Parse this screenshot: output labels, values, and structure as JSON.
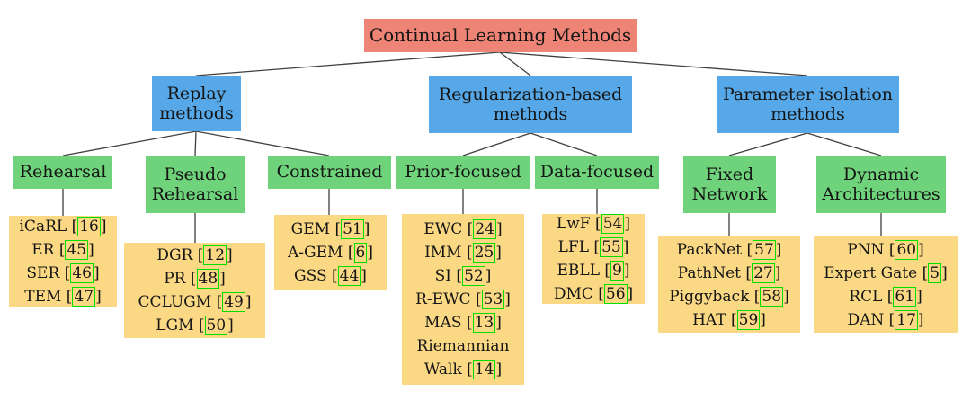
{
  "colors": {
    "root_bg": "#EE8475",
    "branch_bg": "#56A8E8",
    "group_bg": "#6ED37B",
    "leaf_bg": "#FAD884",
    "link_border": "#00DE00"
  },
  "tree": {
    "root": {
      "label": "Continual Learning Methods"
    },
    "branches": [
      {
        "label": "Replay methods"
      },
      {
        "label": "Regularization-based methods"
      },
      {
        "label": "Parameter isolation methods"
      }
    ],
    "groups": [
      {
        "label": "Rehearsal",
        "items": [
          {
            "label": "iCaRL",
            "ref": "16"
          },
          {
            "label": "ER",
            "ref": "45"
          },
          {
            "label": "SER",
            "ref": "46"
          },
          {
            "label": "TEM",
            "ref": "47"
          }
        ]
      },
      {
        "label": "Pseudo Rehearsal",
        "items": [
          {
            "label": "DGR",
            "ref": "12"
          },
          {
            "label": "PR",
            "ref": "48"
          },
          {
            "label": "CCLUGM",
            "ref": "49"
          },
          {
            "label": "LGM",
            "ref": "50"
          }
        ]
      },
      {
        "label": "Constrained",
        "items": [
          {
            "label": "GEM",
            "ref": "51"
          },
          {
            "label": "A-GEM",
            "ref": "6"
          },
          {
            "label": "GSS",
            "ref": "44"
          }
        ]
      },
      {
        "label": "Prior-focused",
        "items": [
          {
            "label": "EWC",
            "ref": "24"
          },
          {
            "label": "IMM",
            "ref": "25"
          },
          {
            "label": "SI",
            "ref": "52"
          },
          {
            "label": "R-EWC",
            "ref": "53"
          },
          {
            "label": "MAS",
            "ref": "13"
          },
          {
            "label": "Riemannian Walk",
            "ref": "14"
          }
        ]
      },
      {
        "label": "Data-focused",
        "items": [
          {
            "label": "LwF",
            "ref": "54"
          },
          {
            "label": "LFL",
            "ref": "55"
          },
          {
            "label": "EBLL",
            "ref": "9"
          },
          {
            "label": "DMC",
            "ref": "56"
          }
        ]
      },
      {
        "label": "Fixed Network",
        "items": [
          {
            "label": "PackNet",
            "ref": "57"
          },
          {
            "label": "PathNet",
            "ref": "27"
          },
          {
            "label": "Piggyback",
            "ref": "58"
          },
          {
            "label": "HAT",
            "ref": "59"
          }
        ]
      },
      {
        "label": "Dynamic Architectures",
        "items": [
          {
            "label": "PNN",
            "ref": "60"
          },
          {
            "label": "Expert Gate",
            "ref": "5"
          },
          {
            "label": "RCL",
            "ref": "61"
          },
          {
            "label": "DAN",
            "ref": "17"
          }
        ]
      }
    ]
  }
}
